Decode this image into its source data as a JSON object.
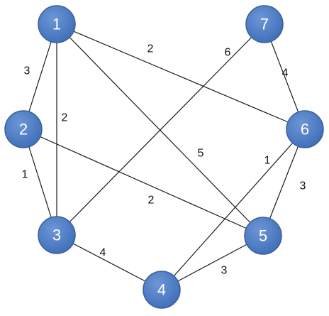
{
  "graph": {
    "node_color": "#3e6eb9",
    "node_color_light": "#6d96d6",
    "nodes": [
      {
        "id": "n1",
        "label": "1"
      },
      {
        "id": "n2",
        "label": "2"
      },
      {
        "id": "n3",
        "label": "3"
      },
      {
        "id": "n4",
        "label": "4"
      },
      {
        "id": "n5",
        "label": "5"
      },
      {
        "id": "n6",
        "label": "6"
      },
      {
        "id": "n7",
        "label": "7"
      }
    ],
    "edges": [
      {
        "from": "1",
        "to": "2",
        "weight": "3"
      },
      {
        "from": "1",
        "to": "3",
        "weight": "2"
      },
      {
        "from": "1",
        "to": "5",
        "weight": "5"
      },
      {
        "from": "1",
        "to": "6",
        "weight": "2"
      },
      {
        "from": "2",
        "to": "3",
        "weight": "1"
      },
      {
        "from": "2",
        "to": "5",
        "weight": "2"
      },
      {
        "from": "3",
        "to": "7",
        "weight": "6"
      },
      {
        "from": "3",
        "to": "4",
        "weight": "4"
      },
      {
        "from": "4",
        "to": "5",
        "weight": "3"
      },
      {
        "from": "4",
        "to": "6",
        "weight": "1"
      },
      {
        "from": "5",
        "to": "6",
        "weight": "3"
      },
      {
        "from": "6",
        "to": "7",
        "weight": "4"
      }
    ]
  }
}
